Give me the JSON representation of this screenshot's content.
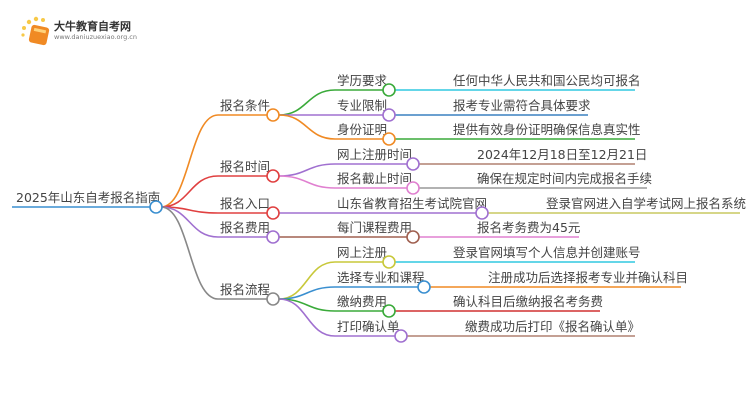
{
  "logo": {
    "title": "大牛教育自考网",
    "url": "www.daniuzuexiao.org.cn"
  },
  "root": {
    "label": "2025年山东自考报名指南",
    "color": "#3a8fd0"
  },
  "branches": [
    {
      "label": "报名条件",
      "color": "#f08a24",
      "children": [
        {
          "label": "学历要求",
          "color": "#3aaa3a",
          "detail": "任何中华人民共和国公民均可报名",
          "detail_color": "#30c8e0"
        },
        {
          "label": "专业限制",
          "color": "#a070d0",
          "detail": "报考专业需符合具体要求",
          "detail_color": "#3a80c0"
        },
        {
          "label": "身份证明",
          "color": "#f08a24",
          "detail": "提供有效身份证明确保信息真实性",
          "detail_color": "#3aaa3a"
        }
      ]
    },
    {
      "label": "报名时间",
      "color": "#e04040",
      "children": [
        {
          "label": "网上注册时间",
          "color": "#a070d0",
          "detail": "2024年12月18日至12月21日",
          "detail_color": "#b08070"
        },
        {
          "label": "报名截止时间",
          "color": "#e080d0",
          "detail": "确保在规定时间内完成报名手续",
          "detail_color": "#999999"
        }
      ]
    },
    {
      "label": "报名入口",
      "color": "#e04040",
      "children": [
        {
          "label": "山东省教育招生考试院官网",
          "color": "#a070d0",
          "detail": "登录官网进入自学考试网上报名系统",
          "detail_color": "#c8c860"
        }
      ]
    },
    {
      "label": "报名费用",
      "color": "#a070d0",
      "children": [
        {
          "label": "每门课程费用",
          "color": "#a06050",
          "detail": "报名考务费为45元",
          "detail_color": "#e080d0"
        }
      ]
    },
    {
      "label": "报名流程",
      "color": "#888888",
      "children": [
        {
          "label": "网上注册",
          "color": "#c8c83a",
          "detail": "登录官网填写个人信息并创建账号",
          "detail_color": "#30c8e0"
        },
        {
          "label": "选择专业和课程",
          "color": "#3a8fd0",
          "detail": "注册成功后选择报考专业并确认科目",
          "detail_color": "#f08a24"
        },
        {
          "label": "缴纳费用",
          "color": "#3aaa3a",
          "detail": "确认科目后缴纳报名考务费",
          "detail_color": "#d03030"
        },
        {
          "label": "打印确认单",
          "color": "#a070d0",
          "detail": "缴费成功后打印《报名确认单》",
          "detail_color": "#b08070"
        }
      ]
    }
  ]
}
